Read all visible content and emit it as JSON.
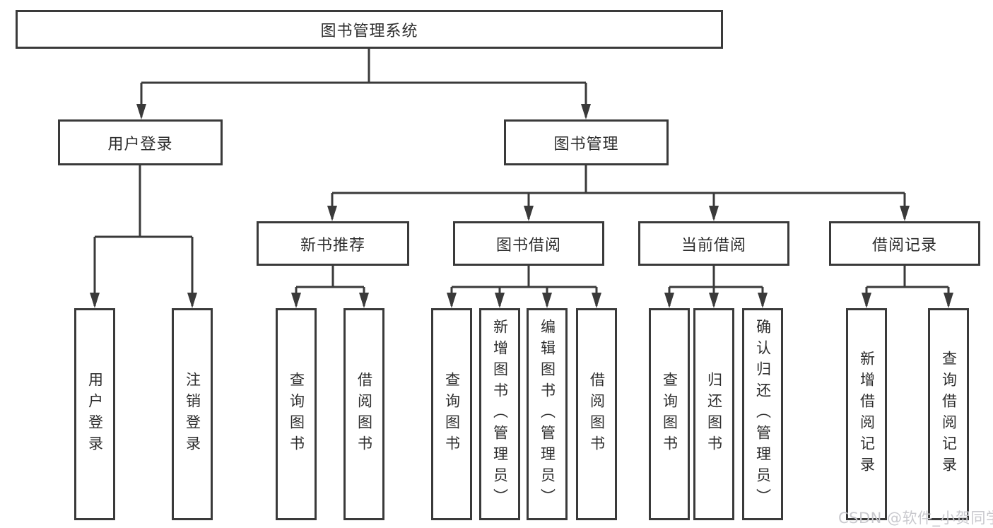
{
  "diagram": {
    "title": "图书管理系统",
    "root": {
      "label": "图书管理系统"
    },
    "branches": [
      {
        "label": "用户登录",
        "children": [
          {
            "label": "用户登录"
          },
          {
            "label": "注销登录"
          }
        ]
      },
      {
        "label": "图书管理",
        "children": [
          {
            "label": "新书推荐",
            "children": [
              {
                "label": "查询图书"
              },
              {
                "label": "借阅图书"
              }
            ]
          },
          {
            "label": "图书借阅",
            "children": [
              {
                "label": "查询图书"
              },
              {
                "label": "新增图书（管理员）"
              },
              {
                "label": "编辑图书（管理员）"
              },
              {
                "label": "借阅图书"
              }
            ]
          },
          {
            "label": "当前借阅",
            "children": [
              {
                "label": "查询图书"
              },
              {
                "label": "归还图书"
              },
              {
                "label": "确认归还（管理员）"
              }
            ]
          },
          {
            "label": "借阅记录",
            "children": [
              {
                "label": "新增借阅记录"
              },
              {
                "label": "查询借阅记录"
              }
            ]
          }
        ]
      }
    ],
    "watermark": "CSDN @软件_小贺同学",
    "colors": {
      "line": "#3a3a3a",
      "text": "#2d2d2d",
      "watermark": "#c9c9ce",
      "background": "#ffffff"
    }
  }
}
